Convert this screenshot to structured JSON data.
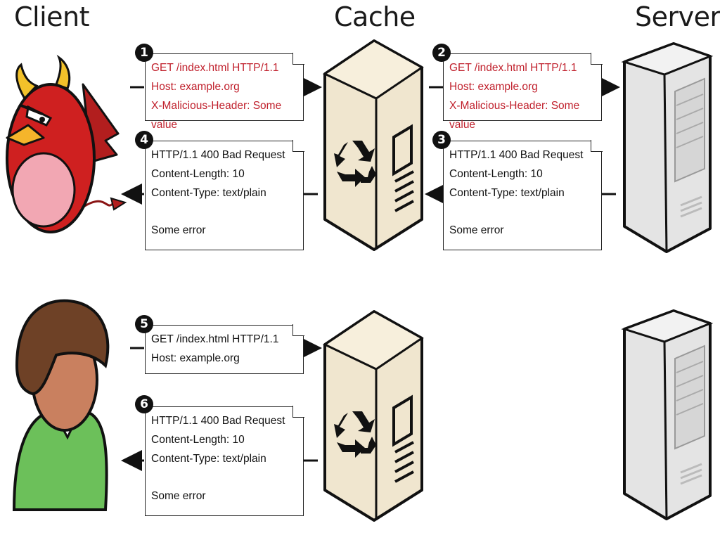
{
  "columns": {
    "client": "Client",
    "cache": "Cache",
    "server": "Server"
  },
  "messages": [
    {
      "step": "1",
      "lines": [
        "GET /index.html HTTP/1.1",
        "Host: example.org",
        "X-Malicious-Header: Some value"
      ]
    },
    {
      "step": "2",
      "lines": [
        "GET /index.html HTTP/1.1",
        "Host: example.org",
        "X-Malicious-Header: Some value"
      ]
    },
    {
      "step": "3",
      "lines": [
        "HTTP/1.1 400 Bad Request",
        "Content-Length: 10",
        "Content-Type: text/plain"
      ],
      "body": "Some error"
    },
    {
      "step": "4",
      "lines": [
        "HTTP/1.1 400 Bad Request",
        "Content-Length: 10",
        "Content-Type: text/plain"
      ],
      "body": "Some error"
    },
    {
      "step": "5",
      "lines": [
        "GET /index.html HTTP/1.1",
        "Host: example.org"
      ]
    },
    {
      "step": "6",
      "lines": [
        "HTTP/1.1 400 Bad Request",
        "Content-Length: 10",
        "Content-Type: text/plain"
      ],
      "body": "Some error"
    }
  ],
  "colors": {
    "malicious_text": "#c0202c",
    "cache_fill": "#f0e6cf",
    "server_fill": "#e4e4e4"
  },
  "icons": [
    "devil-client-icon",
    "user-client-icon",
    "cache-server-icon",
    "recycle-icon",
    "origin-server-icon"
  ]
}
